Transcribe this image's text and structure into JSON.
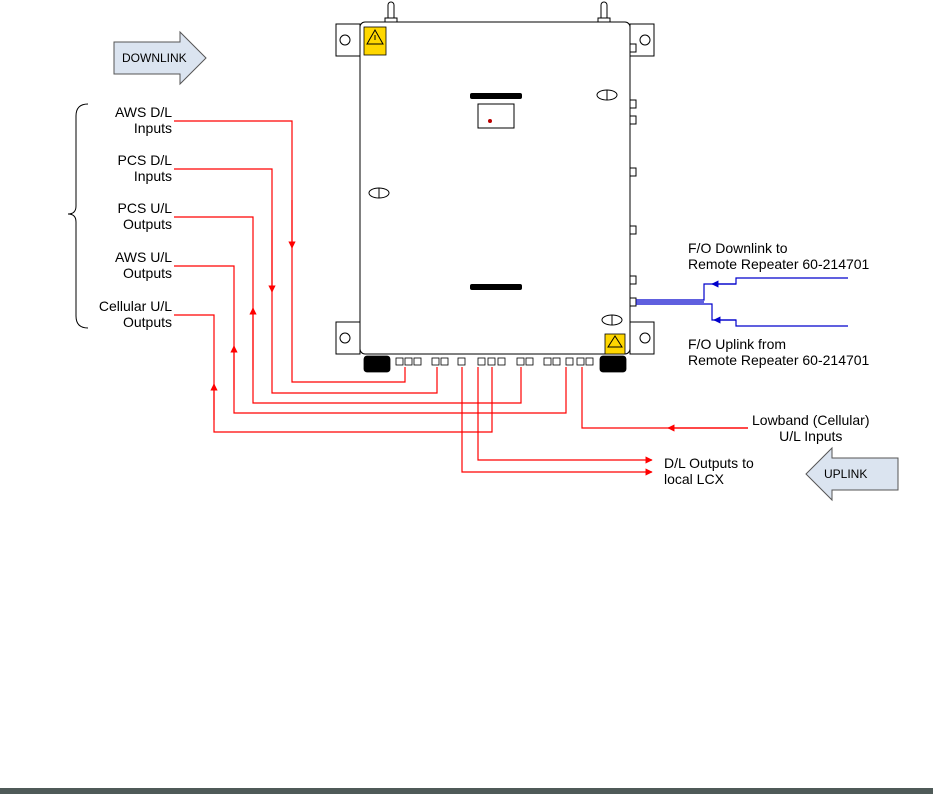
{
  "arrows": {
    "downlink": "DOWNLINK",
    "uplink": "UPLINK"
  },
  "left_labels": {
    "aws_dl": [
      "AWS D/L",
      "Inputs"
    ],
    "pcs_dl": [
      "PCS D/L",
      "Inputs"
    ],
    "pcs_ul": [
      "PCS U/L",
      "Outputs"
    ],
    "aws_ul": [
      "AWS U/L",
      "Outputs"
    ],
    "cell_ul": [
      "Cellular U/L",
      "Outputs"
    ]
  },
  "right_labels": {
    "fo_downlink": [
      "F/O Downlink to",
      "Remote Repeater 60-214701"
    ],
    "fo_uplink": [
      "F/O Uplink from",
      "Remote Repeater 60-214701"
    ],
    "lowband": [
      "Lowband (Cellular)",
      "U/L Inputs"
    ],
    "dl_outputs": [
      "D/L Outputs to",
      "local LCX"
    ]
  },
  "colors": {
    "rf_lines": "#ff0000",
    "fiber_lines": "#0000cc",
    "arrow_fill": "#dbe4f0",
    "footer": "#4f5a58",
    "caution_label": "#ffd700"
  },
  "icons": [
    "caution-label-icon",
    "latch-icon",
    "handle-icon",
    "mounting-bracket-icon",
    "antenna-post-icon",
    "connector-icon"
  ]
}
